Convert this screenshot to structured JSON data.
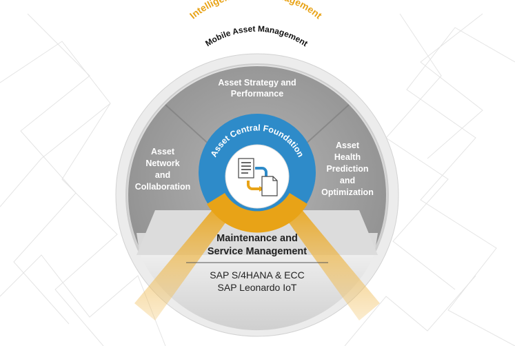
{
  "diagram": {
    "outer_title": "Intelligent Asset Management",
    "ring_title": "Mobile Asset Management",
    "center_title": "Asset Central Foundation",
    "segments": {
      "top": [
        "Asset Strategy and",
        "Performance"
      ],
      "left": [
        "Asset",
        "Network",
        "and",
        "Collaboration"
      ],
      "right": [
        "Asset",
        "Health",
        "Prediction",
        "and",
        "Optimization"
      ],
      "bottom": [
        "Maintenance and",
        "Service Management"
      ]
    },
    "base": [
      "SAP S/4HANA & ECC",
      "SAP Leonardo IoT"
    ],
    "center_icon": "document-transfer-icon"
  },
  "colors": {
    "accent_orange": "#E8A317",
    "center_blue": "#2E8BC9",
    "segment_grey": "#9C9C9C",
    "ring_grey": "#D4D4D4",
    "bottom_light": "#E6E6E6"
  }
}
